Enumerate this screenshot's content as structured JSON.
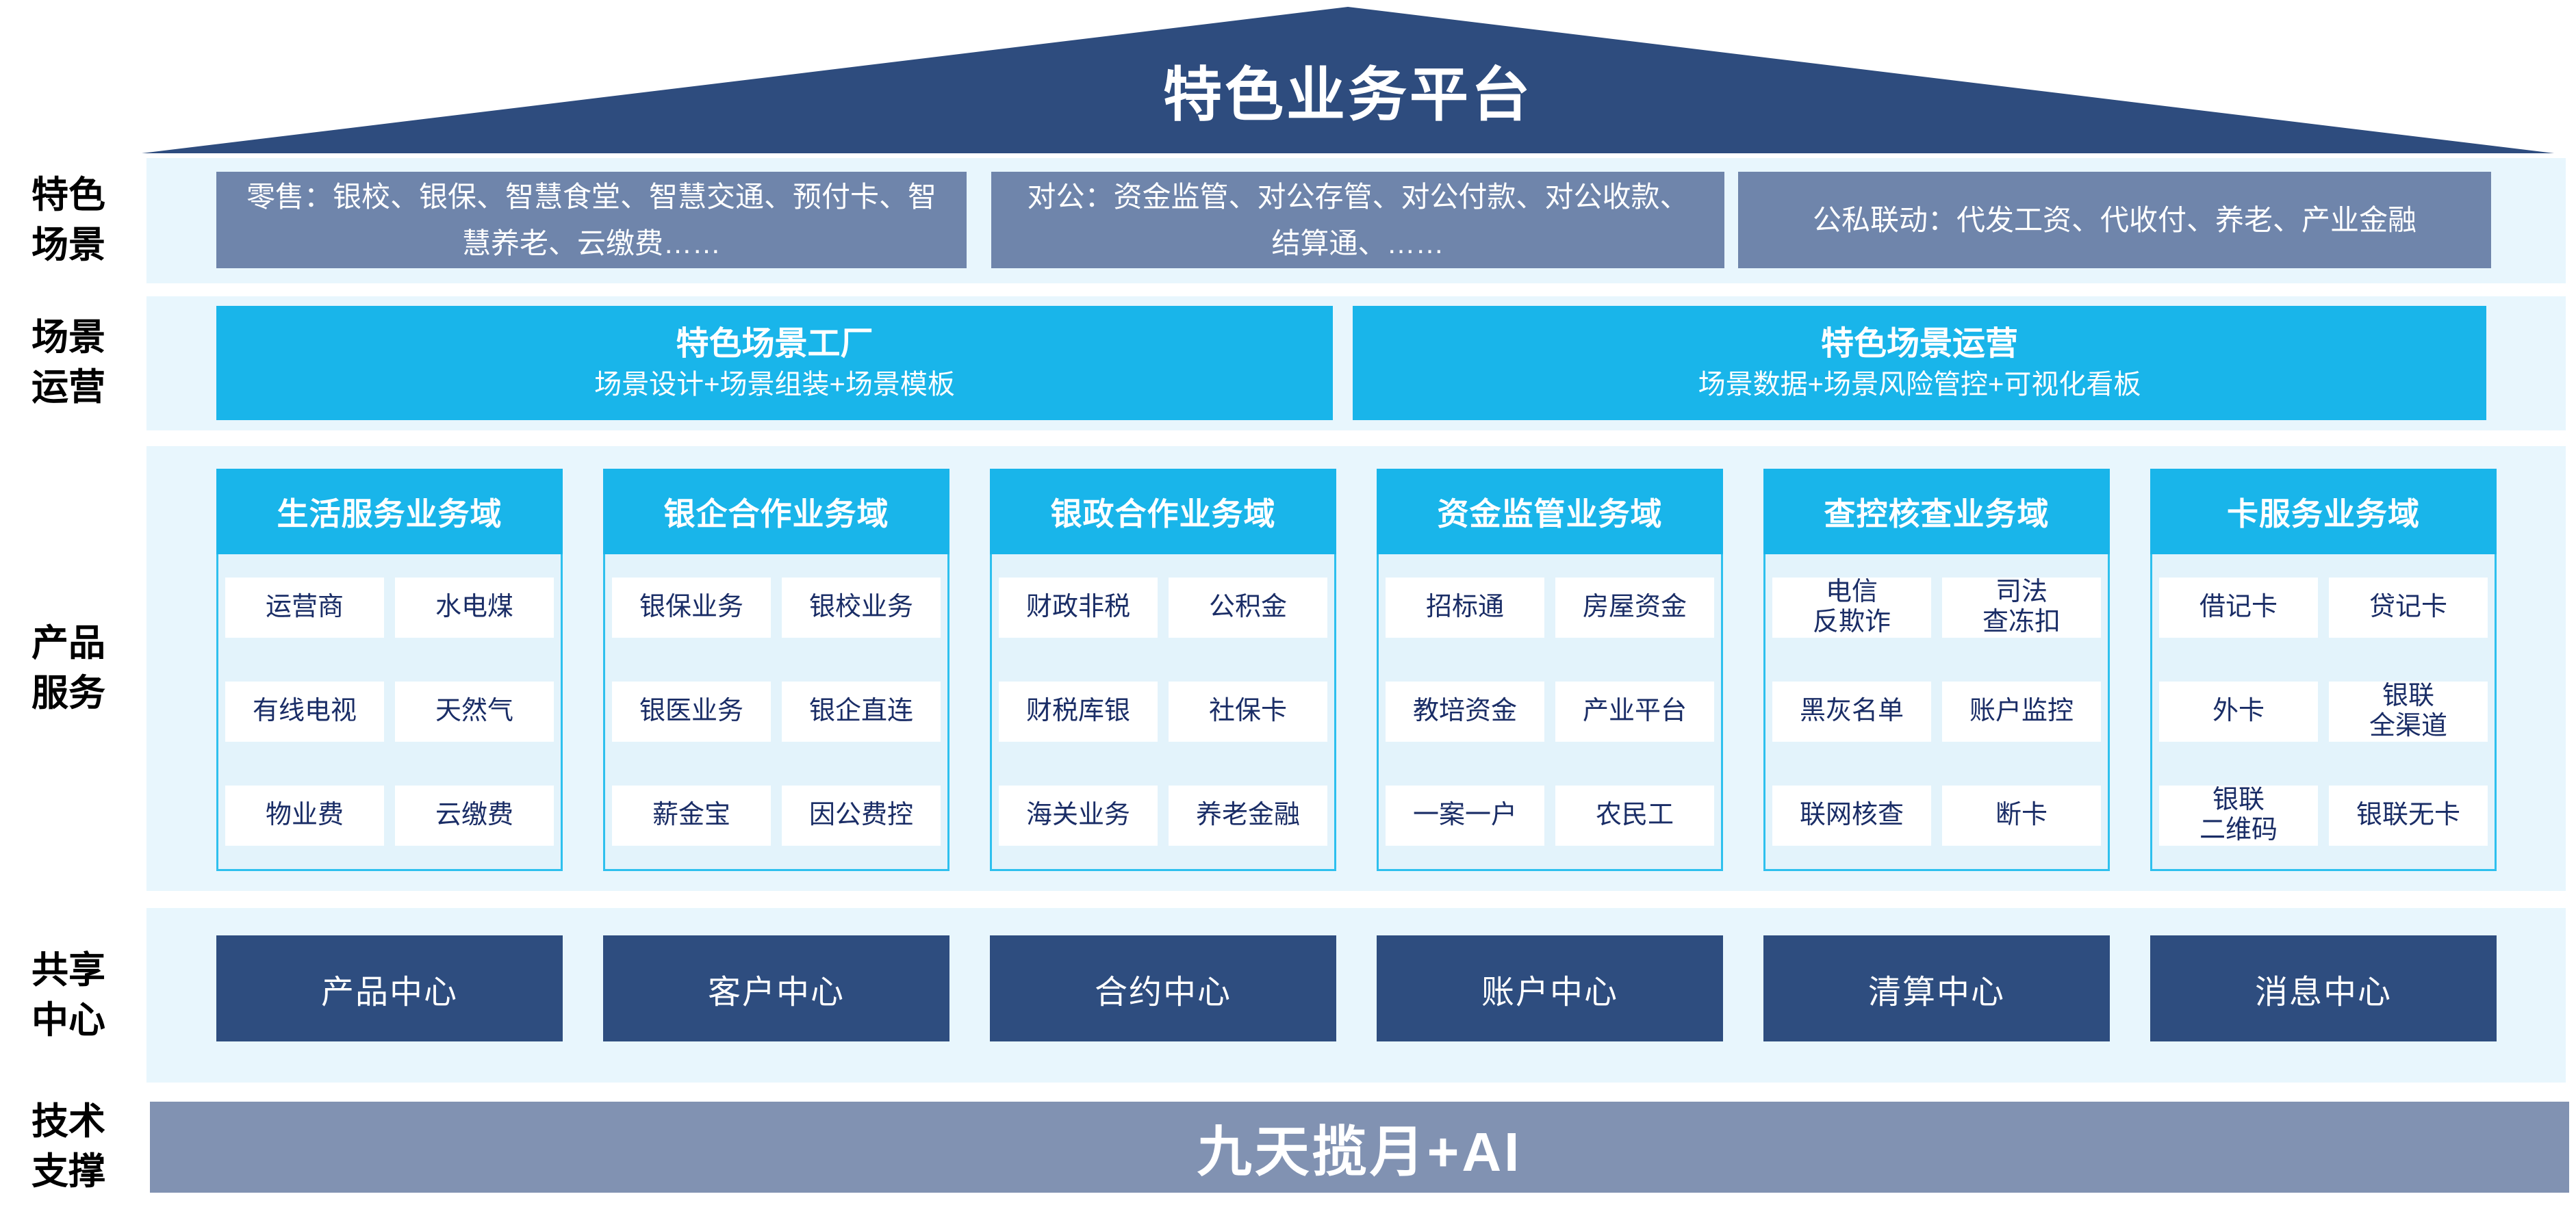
{
  "title": "特色业务平台",
  "colors": {
    "roof_navy": "#2e4c7e",
    "band_light_blue": "#e8f6fd",
    "scene_box_slate": "#6f85ab",
    "cyan": "#19b5ea",
    "center_navy": "#2e4d7f",
    "tech_bar_slate": "#8192b2",
    "item_text_navy": "#1a2d66"
  },
  "side_labels": {
    "scenes": "特色\n场景",
    "operation": "场景\n运营",
    "products": "产品\n服务",
    "shared": "共享\n中心",
    "tech": "技术\n支撑"
  },
  "scene_row": {
    "boxes": [
      "零售：银校、银保、智慧食堂、智慧交通、预付卡、智慧养老、云缴费……",
      "对公：资金监管、对公存管、对公付款、对公收款、结算通、……",
      "公私联动：代发工资、代收付、养老、产业金融"
    ]
  },
  "operation_row": {
    "factory": {
      "title": "特色场景工厂",
      "subtitle": "场景设计+场景组装+场景模板"
    },
    "ops": {
      "title": "特色场景运营",
      "subtitle": "场景数据+场景风险管控+可视化看板"
    }
  },
  "products": {
    "columns": [
      {
        "header": "生活服务业务域",
        "items": [
          "运营商",
          "水电煤",
          "有线电视",
          "天然气",
          "物业费",
          "云缴费"
        ]
      },
      {
        "header": "银企合作业务域",
        "items": [
          "银保业务",
          "银校业务",
          "银医业务",
          "银企直连",
          "薪金宝",
          "因公费控"
        ]
      },
      {
        "header": "银政合作业务域",
        "items": [
          "财政非税",
          "公积金",
          "财税库银",
          "社保卡",
          "海关业务",
          "养老金融"
        ]
      },
      {
        "header": "资金监管业务域",
        "items": [
          "招标通",
          "房屋资金",
          "教培资金",
          "产业平台",
          "一案一户",
          "农民工"
        ]
      },
      {
        "header": "查控核查业务域",
        "items": [
          "电信\n反欺诈",
          "司法\n查冻扣",
          "黑灰名单",
          "账户监控",
          "联网核查",
          "断卡"
        ]
      },
      {
        "header": "卡服务业务域",
        "items": [
          "借记卡",
          "贷记卡",
          "外卡",
          "银联\n全渠道",
          "银联\n二维码",
          "银联无卡"
        ]
      }
    ]
  },
  "shared_centers": [
    "产品中心",
    "客户中心",
    "合约中心",
    "账户中心",
    "清算中心",
    "消息中心"
  ],
  "tech_support": "九天揽月+AI"
}
